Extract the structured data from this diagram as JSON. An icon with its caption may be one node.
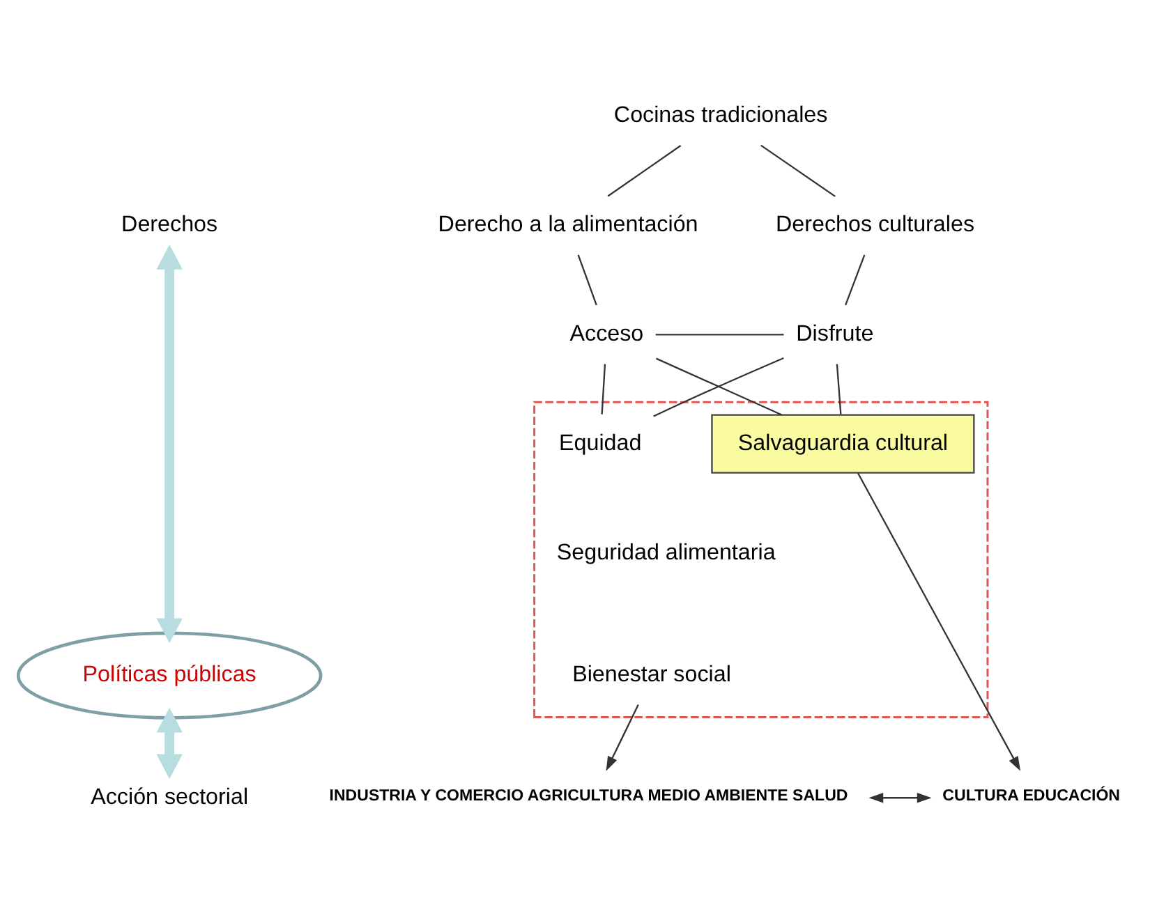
{
  "diagram": {
    "nodes": [
      {
        "text": [
          "Cocinas tradicionales"
        ]
      },
      {
        "text": [
          "Derecho a la alimentación"
        ]
      },
      {
        "text": [
          "Derechos culturales"
        ]
      },
      {
        "text": [
          "Acceso"
        ]
      },
      {
        "text": [
          "Disfrute"
        ]
      },
      {
        "text": [],
        "shape": "box"
      },
      {
        "text": [
          "Equidad"
        ],
        "in": 5
      },
      {
        "text": [
          "Seguridad alimentaria"
        ],
        "in": 5
      },
      {
        "text": [
          "Bienestar social"
        ],
        "in": 5
      },
      {
        "text": [
          "Salvaguardia cultural"
        ],
        "in": 5
      },
      {
        "text": [
          "INDUSTRIA Y COMERCIO AGRICULTURA MEDIO AMBIENTE SALUD"
        ]
      },
      {
        "text": [
          "CULTURA EDUCACIÓN"
        ]
      },
      {
        "text": [
          "Derechos"
        ]
      },
      {
        "text": [
          "Políticas públicas"
        ]
      },
      {
        "text": [
          "Acción sectorial"
        ]
      }
    ],
    "edges": [
      {
        "from": 0,
        "to": 1,
        "arrow": "none"
      },
      {
        "from": 0,
        "to": 2,
        "arrow": "none"
      },
      {
        "from": 1,
        "to": 3,
        "arrow": "none"
      },
      {
        "from": 2,
        "to": 4,
        "arrow": "none"
      },
      {
        "from": 3,
        "to": 4,
        "arrow": "none"
      },
      {
        "from": 3,
        "to": 6,
        "arrow": "none"
      },
      {
        "from": 3,
        "to": 9,
        "arrow": "none"
      },
      {
        "from": 4,
        "to": 6,
        "arrow": "none"
      },
      {
        "from": 4,
        "to": 9,
        "arrow": "none"
      },
      {
        "from": 8,
        "to": 10,
        "arrow": "to"
      },
      {
        "from": 9,
        "to": 11,
        "arrow": "to"
      },
      {
        "from": 10,
        "to": 11,
        "arrow": "both"
      },
      {
        "from": 12,
        "to": 13,
        "arrow": "both",
        "style": "thick",
        "color": "#b7dde0"
      },
      {
        "from": 13,
        "to": 14,
        "arrow": "both",
        "style": "thick",
        "color": "#b7dde0"
      }
    ]
  }
}
